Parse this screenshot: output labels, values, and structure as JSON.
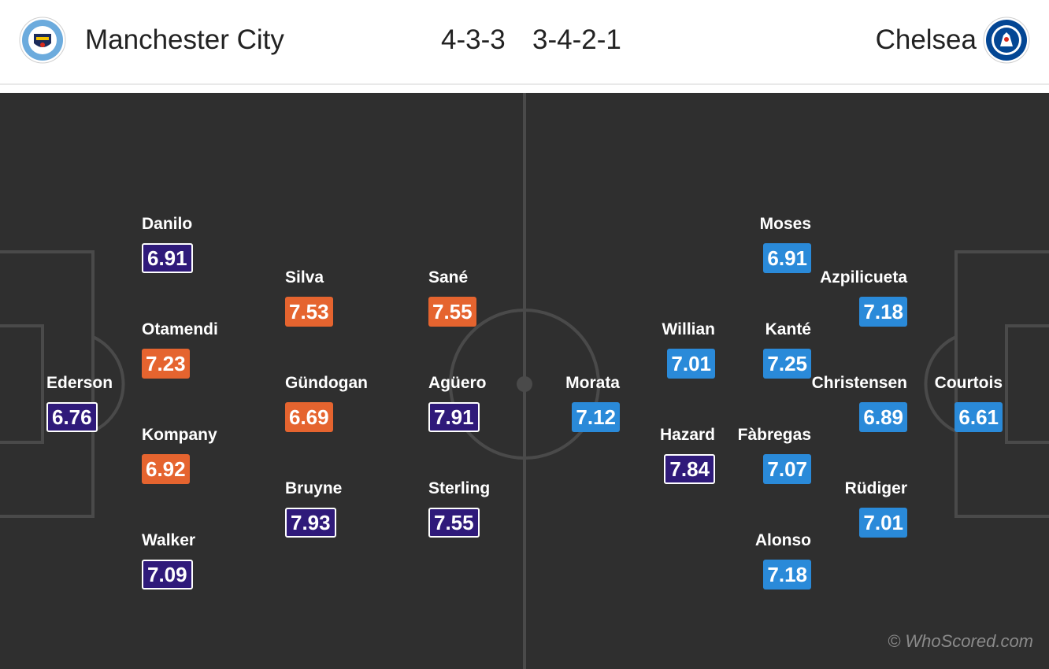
{
  "header": {
    "home_team": "Manchester City",
    "away_team": "Chelsea",
    "home_formation": "4-3-3",
    "away_formation": "3-4-2-1",
    "home_badge_icon": "manchester-city-crest-icon",
    "away_badge_icon": "chelsea-crest-icon"
  },
  "colors": {
    "pitch": "#2f2f2f",
    "lines": "#4a4a4a",
    "man_of_match_rating": "#2f1a7a",
    "home_rating": "#e5642f",
    "away_rating": "#2a8ad9"
  },
  "home_players": [
    {
      "name": "Danilo",
      "rating": "6.91",
      "style": "purple"
    },
    {
      "name": "Otamendi",
      "rating": "7.23",
      "style": "orange"
    },
    {
      "name": "Ederson",
      "rating": "6.76",
      "style": "purple"
    },
    {
      "name": "Kompany",
      "rating": "6.92",
      "style": "orange"
    },
    {
      "name": "Walker",
      "rating": "7.09",
      "style": "purple"
    },
    {
      "name": "Silva",
      "rating": "7.53",
      "style": "orange"
    },
    {
      "name": "Gündogan",
      "rating": "6.69",
      "style": "orange"
    },
    {
      "name": "Bruyne",
      "rating": "7.93",
      "style": "purple"
    },
    {
      "name": "Sané",
      "rating": "7.55",
      "style": "orange"
    },
    {
      "name": "Agüero",
      "rating": "7.91",
      "style": "purple"
    },
    {
      "name": "Sterling",
      "rating": "7.55",
      "style": "purple"
    }
  ],
  "away_players": [
    {
      "name": "Moses",
      "rating": "6.91",
      "style": "blue"
    },
    {
      "name": "Azpilicueta",
      "rating": "7.18",
      "style": "blue"
    },
    {
      "name": "Willian",
      "rating": "7.01",
      "style": "blue"
    },
    {
      "name": "Kanté",
      "rating": "7.25",
      "style": "blue"
    },
    {
      "name": "Morata",
      "rating": "7.12",
      "style": "blue"
    },
    {
      "name": "Christensen",
      "rating": "6.89",
      "style": "blue"
    },
    {
      "name": "Courtois",
      "rating": "6.61",
      "style": "blue"
    },
    {
      "name": "Hazard",
      "rating": "7.84",
      "style": "purple"
    },
    {
      "name": "Fàbregas",
      "rating": "7.07",
      "style": "blue"
    },
    {
      "name": "Rüdiger",
      "rating": "7.01",
      "style": "blue"
    },
    {
      "name": "Alonso",
      "rating": "7.18",
      "style": "blue"
    }
  ],
  "watermark": "© WhoScored.com"
}
